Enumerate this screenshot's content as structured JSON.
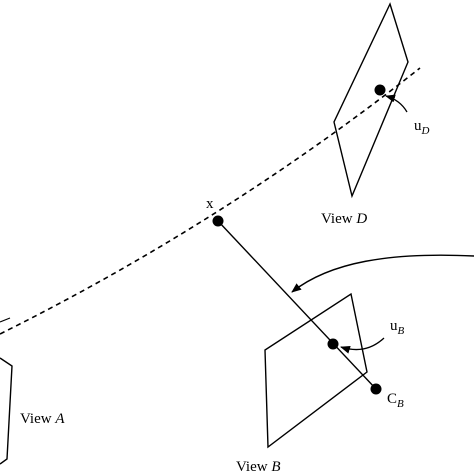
{
  "labels": {
    "point_x": "x",
    "u_d": {
      "base": "u",
      "sub": "D"
    },
    "u_b": {
      "base": "u",
      "sub": "B"
    },
    "c_b": {
      "base": "C",
      "sub": "B"
    },
    "view_d": {
      "word": "View",
      "letter": "D"
    },
    "view_b": {
      "word": "View",
      "letter": "B"
    },
    "view_a": {
      "word": "View",
      "letter": "A"
    }
  }
}
